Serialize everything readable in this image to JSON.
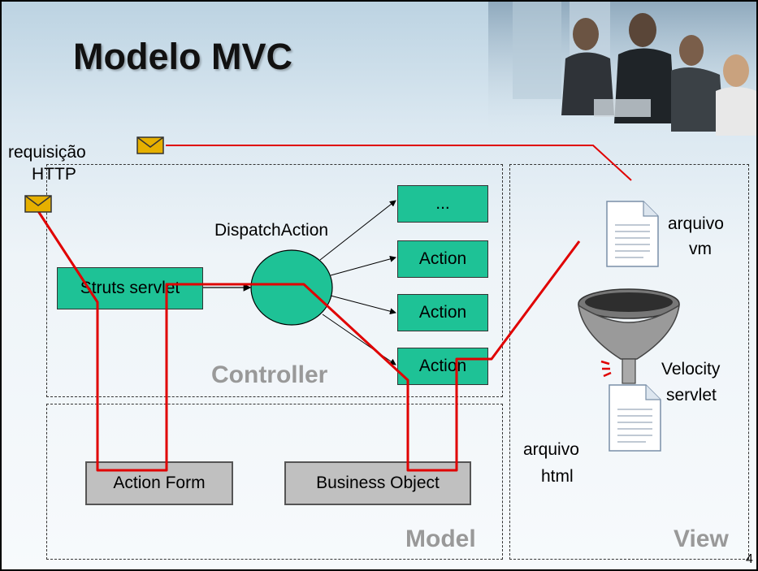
{
  "title": "Modelo MVC",
  "labels": {
    "request": "requisição",
    "http": "HTTP",
    "dispatch": "DispatchAction",
    "arquivo_vm_1": "arquivo",
    "arquivo_vm_2": "vm",
    "velocity_1": "Velocity",
    "velocity_2": "servlet",
    "arquivo_html_1": "arquivo",
    "arquivo_html_2": "html",
    "page_number": "4"
  },
  "boxes": {
    "struts_servlet": "Struts servlet",
    "ellipsis": "...",
    "action1": "Action",
    "action2": "Action",
    "action3": "Action",
    "action_form": "Action Form",
    "business_object": "Business Object"
  },
  "regions": {
    "controller": "Controller",
    "model": "Model",
    "view": "View"
  },
  "colors": {
    "box_green": "#1ec296",
    "box_gray": "#c0c0c0",
    "flow_line": "#e00000",
    "envelope": "#e6b000"
  }
}
